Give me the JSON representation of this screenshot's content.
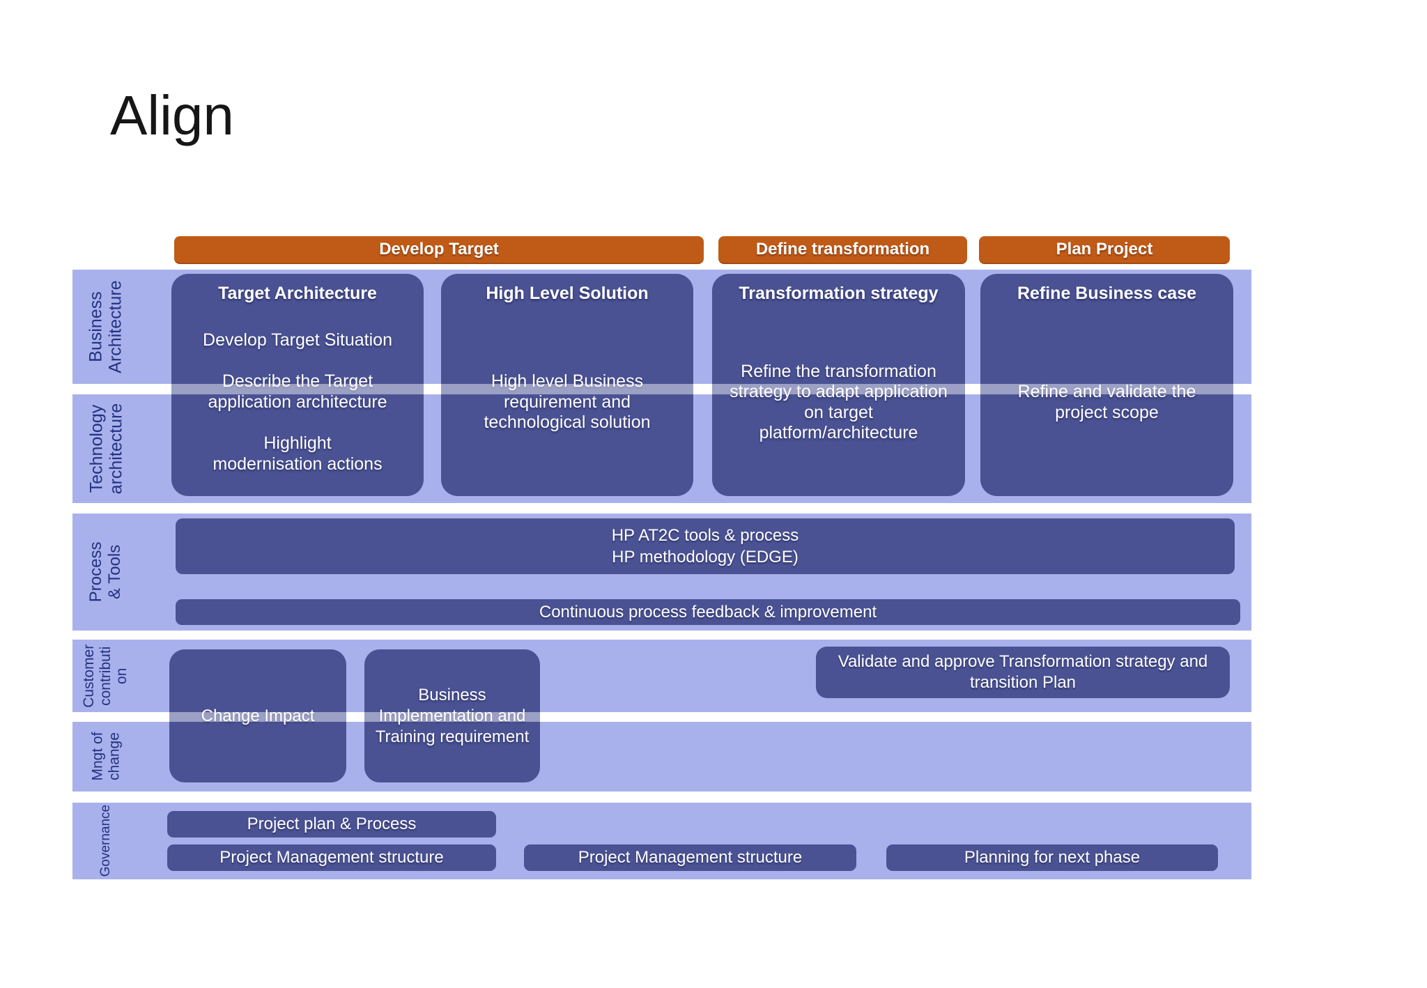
{
  "slide": {
    "title": "Align"
  },
  "phases": [
    {
      "label": "Develop Target"
    },
    {
      "label": "Define transformation"
    },
    {
      "label": "Plan Project"
    }
  ],
  "rows": [
    {
      "label": "Business\nArchitecture"
    },
    {
      "label": "Technology\narchitecture"
    },
    {
      "label": "Process & Tools"
    },
    {
      "label": "Customer\ncontributi\non"
    },
    {
      "label": "Mngt  of\nchange"
    },
    {
      "label": "Governance"
    }
  ],
  "boxes": {
    "target_architecture": {
      "title": "Target Architecture",
      "p1": "Develop Target Situation",
      "p2": "Describe the Target\napplication architecture",
      "p3": "Highlight\nmodernisation actions"
    },
    "high_level_solution": {
      "title": "High Level Solution",
      "body": "High level Business\nrequirement and\ntechnological solution"
    },
    "transformation_strategy": {
      "title": "Transformation strategy",
      "body": "Refine the transformation\nstrategy to adapt application\non target\nplatform/architecture"
    },
    "refine_business_case": {
      "title": "Refine Business case",
      "body": "Refine and validate the\nproject scope"
    }
  },
  "process_tools": {
    "tools_bar": "HP AT2C tools & process\nHP methodology (EDGE)",
    "feedback_bar": "Continuous process feedback & improvement"
  },
  "customer_change": {
    "change_impact": "Change Impact",
    "business_implementation": "Business\nImplementation and\nTraining requirement",
    "validate_approve": "Validate and approve Transformation strategy and\ntransition Plan"
  },
  "governance": {
    "project_plan": "Project plan & Process",
    "pm_structure_left": "Project Management structure",
    "pm_structure_mid": "Project Management structure",
    "planning_next": "Planning for next phase"
  },
  "colors": {
    "phase_orange": "#C05A17",
    "shape_blue": "#4A5294",
    "band_lavender": "#A9B1EC",
    "label_navy": "#233280"
  }
}
